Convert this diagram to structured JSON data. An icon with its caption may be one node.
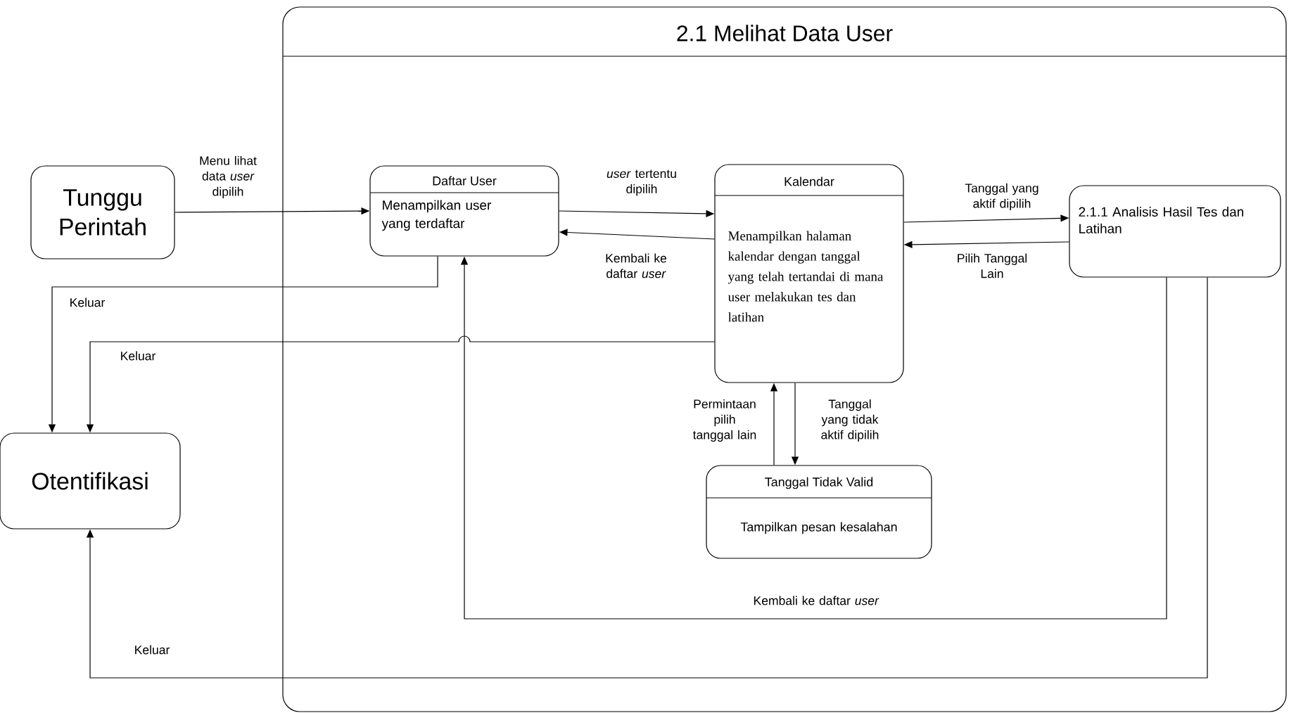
{
  "diagram": {
    "nodes": [
      {
        "text": [
          "2.1 Melihat Data User"
        ]
      },
      {
        "text": [
          "Tunggu Perintah"
        ]
      },
      {
        "text": [
          "Otentifikasi"
        ]
      },
      {
        "text": [
          "Daftar User",
          "Menampilkan user yang terdaftar"
        ],
        "in": 0
      },
      {
        "text": [
          "Kalendar",
          "Menampilkan halaman kalendar dengan tanggal yang telah tertandai di mana user melakukan tes dan latihan"
        ],
        "in": 0
      },
      {
        "text": [
          "2.1.1 Analisis Hasil Tes dan Latihan"
        ],
        "in": 0
      },
      {
        "text": [
          "Tanggal Tidak Valid",
          "Tampilkan pesan kesalahan"
        ],
        "in": 0
      }
    ],
    "edges": [
      {
        "from": 1,
        "to": 3,
        "arrow": "to",
        "label": "Menu lihat data *user* dipilih"
      },
      {
        "from": 3,
        "to": 4,
        "arrow": "to",
        "label": "*user* tertentu dipilih"
      },
      {
        "from": 4,
        "to": 3,
        "arrow": "to",
        "label": "Kembali ke daftar *user*"
      },
      {
        "from": 4,
        "to": 5,
        "arrow": "to",
        "label": "Tanggal yang aktif dipilih"
      },
      {
        "from": 5,
        "to": 4,
        "arrow": "to",
        "label": "Pilih Tanggal Lain"
      },
      {
        "from": 4,
        "to": 6,
        "arrow": "to",
        "label": "Tanggal yang tidak aktif dipilih"
      },
      {
        "from": 6,
        "to": 4,
        "arrow": "to",
        "label": "Permintaan pilih tanggal lain"
      },
      {
        "from": 3,
        "to": 2,
        "arrow": "to",
        "label": "Keluar"
      },
      {
        "from": 4,
        "to": 2,
        "arrow": "to",
        "label": "Keluar"
      },
      {
        "from": 5,
        "to": 3,
        "arrow": "to",
        "label": "Kembali ke daftar *user*"
      },
      {
        "from": 5,
        "to": 2,
        "arrow": "to",
        "label": "Keluar"
      }
    ]
  }
}
